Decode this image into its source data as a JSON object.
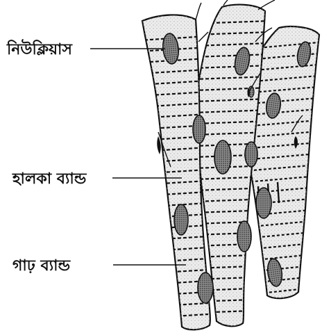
{
  "labels": {
    "nucleus": "নিউক্লিয়াস",
    "light_band": "হালকা ব্যান্ড",
    "dark_band": "গাঢ় ব্যান্ড"
  },
  "colors": {
    "ink": "#111111",
    "fiber_fill": "#ececec",
    "nucleus_fill": "#6a6a6a"
  }
}
